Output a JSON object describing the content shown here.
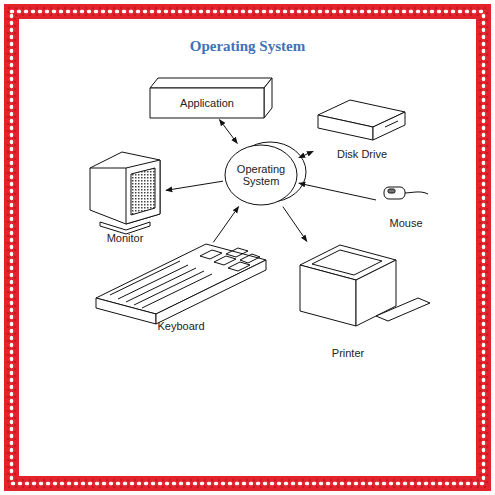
{
  "diagram": {
    "title": "Operating System",
    "nodes": [
      {
        "text": [
          "Application"
        ]
      },
      {
        "text": [
          "Disk Drive"
        ]
      },
      {
        "text": [
          "Monitor"
        ]
      },
      {
        "text": [
          "Operating System"
        ]
      },
      {
        "text": [
          "Mouse"
        ]
      },
      {
        "text": [
          "Keyboard"
        ]
      },
      {
        "text": [
          "Printer"
        ]
      }
    ],
    "edges": [
      {
        "from": 0,
        "to": 3,
        "arrow": "both"
      },
      {
        "from": 1,
        "to": 3,
        "arrow": "both"
      },
      {
        "from": 3,
        "to": 2,
        "arrow": "to"
      },
      {
        "from": 4,
        "to": 3,
        "arrow": "to"
      },
      {
        "from": 5,
        "to": 3,
        "arrow": "to"
      },
      {
        "from": 3,
        "to": 6,
        "arrow": "to"
      }
    ]
  }
}
